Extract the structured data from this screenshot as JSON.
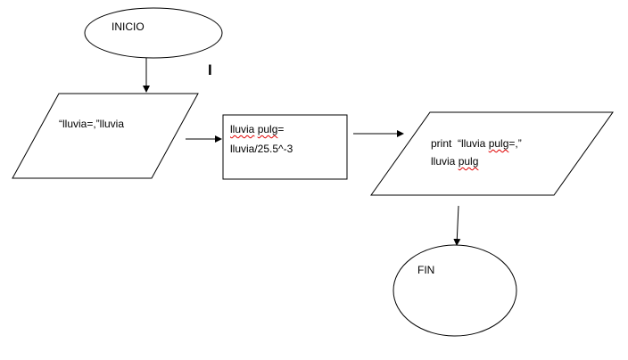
{
  "diagram": {
    "colors": {
      "stroke": "#000000",
      "fill": "#ffffff",
      "spell_mark": "#e00000"
    },
    "nodes": {
      "start": {
        "label": "INICIO"
      },
      "input": {
        "label": "“lluvia=,”lluvia"
      },
      "process": {
        "line1_word1": "lluvia",
        "line1_word2": "pulg",
        "line1_rest": "=",
        "line2": "lluvia/25.5^-3"
      },
      "output": {
        "line1_prefix": "print  “lluvia ",
        "line1_word": "pulg",
        "line1_rest": "=,”",
        "line2_prefix": "lluvia ",
        "line2_word": "pulg"
      },
      "end": {
        "label": "FIN"
      }
    },
    "stray_mark": "I"
  }
}
